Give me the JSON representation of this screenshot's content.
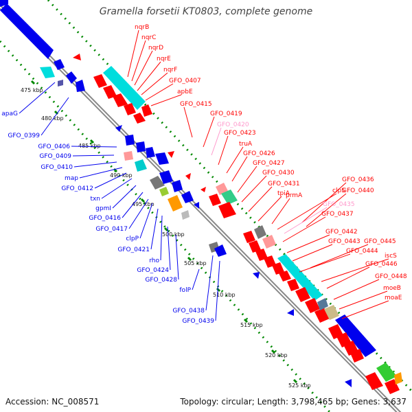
{
  "title": "Gramella forsetii KT0803, complete genome",
  "footer": {
    "accession": "Accession: NC_008571",
    "summary": "Topology: circular; Length: 3,798,465 bp; Genes: 3,637"
  },
  "colors": {
    "forward": "#ff0000",
    "reverse": "#0000ee",
    "pseudo": "#ff99cc",
    "tick": "#008800",
    "backbone": "#888888"
  },
  "kbp_ticks": [
    {
      "label": "475 kbp"
    },
    {
      "label": "480 kbp"
    },
    {
      "label": "485 kbp"
    },
    {
      "label": "490 kbp"
    },
    {
      "label": "495 kbp"
    },
    {
      "label": "500 kbp"
    },
    {
      "label": "505 kbp"
    },
    {
      "label": "510 kbp"
    },
    {
      "label": "515 kbp"
    },
    {
      "label": "520 kbp"
    },
    {
      "label": "525 kbp"
    }
  ],
  "right_labels": [
    {
      "text": "nqrB",
      "strand": "forward"
    },
    {
      "text": "nqrC",
      "strand": "forward"
    },
    {
      "text": "nqrD",
      "strand": "forward"
    },
    {
      "text": "nqrE",
      "strand": "forward"
    },
    {
      "text": "nqrF",
      "strand": "forward"
    },
    {
      "text": "GFO_0407",
      "strand": "forward"
    },
    {
      "text": "apbE",
      "strand": "forward"
    },
    {
      "text": "GFO_0415",
      "strand": "forward"
    },
    {
      "text": "GFO_0419",
      "strand": "forward"
    },
    {
      "text": "GFO_0420",
      "strand": "pseudo"
    },
    {
      "text": "GFO_0423",
      "strand": "forward"
    },
    {
      "text": "truA",
      "strand": "forward"
    },
    {
      "text": "GFO_0426",
      "strand": "forward"
    },
    {
      "text": "GFO_0427",
      "strand": "forward"
    },
    {
      "text": "GFO_0430",
      "strand": "forward"
    },
    {
      "text": "GFO_0431",
      "strand": "forward"
    },
    {
      "text": "tpiA",
      "strand": "forward"
    },
    {
      "text": "prmA",
      "strand": "forward"
    },
    {
      "text": "clpS",
      "strand": "forward"
    },
    {
      "text": "GFO_0436",
      "strand": "forward"
    },
    {
      "text": "GFO_0440",
      "strand": "forward"
    },
    {
      "text": "GFO_0435",
      "strand": "pseudo"
    },
    {
      "text": "GFO_0437",
      "strand": "forward"
    },
    {
      "text": "GFO_0442",
      "strand": "forward"
    },
    {
      "text": "GFO_0443",
      "strand": "forward"
    },
    {
      "text": "GFO_0445",
      "strand": "forward"
    },
    {
      "text": "GFO_0444",
      "strand": "forward"
    },
    {
      "text": "iscS",
      "strand": "forward"
    },
    {
      "text": "GFO_0446",
      "strand": "forward"
    },
    {
      "text": "GFO_0448",
      "strand": "forward"
    },
    {
      "text": "moeB",
      "strand": "forward"
    },
    {
      "text": "moaE",
      "strand": "forward"
    }
  ],
  "left_labels": [
    {
      "text": "apaG",
      "strand": "reverse"
    },
    {
      "text": "GFO_0399",
      "strand": "reverse"
    },
    {
      "text": "GFO_0406",
      "strand": "reverse"
    },
    {
      "text": "GFO_0409",
      "strand": "reverse"
    },
    {
      "text": "GFO_0410",
      "strand": "reverse"
    },
    {
      "text": "map",
      "strand": "reverse"
    },
    {
      "text": "GFO_0412",
      "strand": "reverse"
    },
    {
      "text": "txn",
      "strand": "reverse"
    },
    {
      "text": "gpmI",
      "strand": "reverse"
    },
    {
      "text": "GFO_0416",
      "strand": "reverse"
    },
    {
      "text": "GFO_0417",
      "strand": "reverse"
    },
    {
      "text": "clpP",
      "strand": "reverse"
    },
    {
      "text": "GFO_0421",
      "strand": "reverse"
    },
    {
      "text": "rho",
      "strand": "reverse"
    },
    {
      "text": "GFO_0424",
      "strand": "reverse"
    },
    {
      "text": "GFO_0428",
      "strand": "reverse"
    },
    {
      "text": "folP",
      "strand": "reverse"
    },
    {
      "text": "GFO_0438",
      "strand": "reverse"
    },
    {
      "text": "GFO_0439",
      "strand": "reverse"
    }
  ]
}
